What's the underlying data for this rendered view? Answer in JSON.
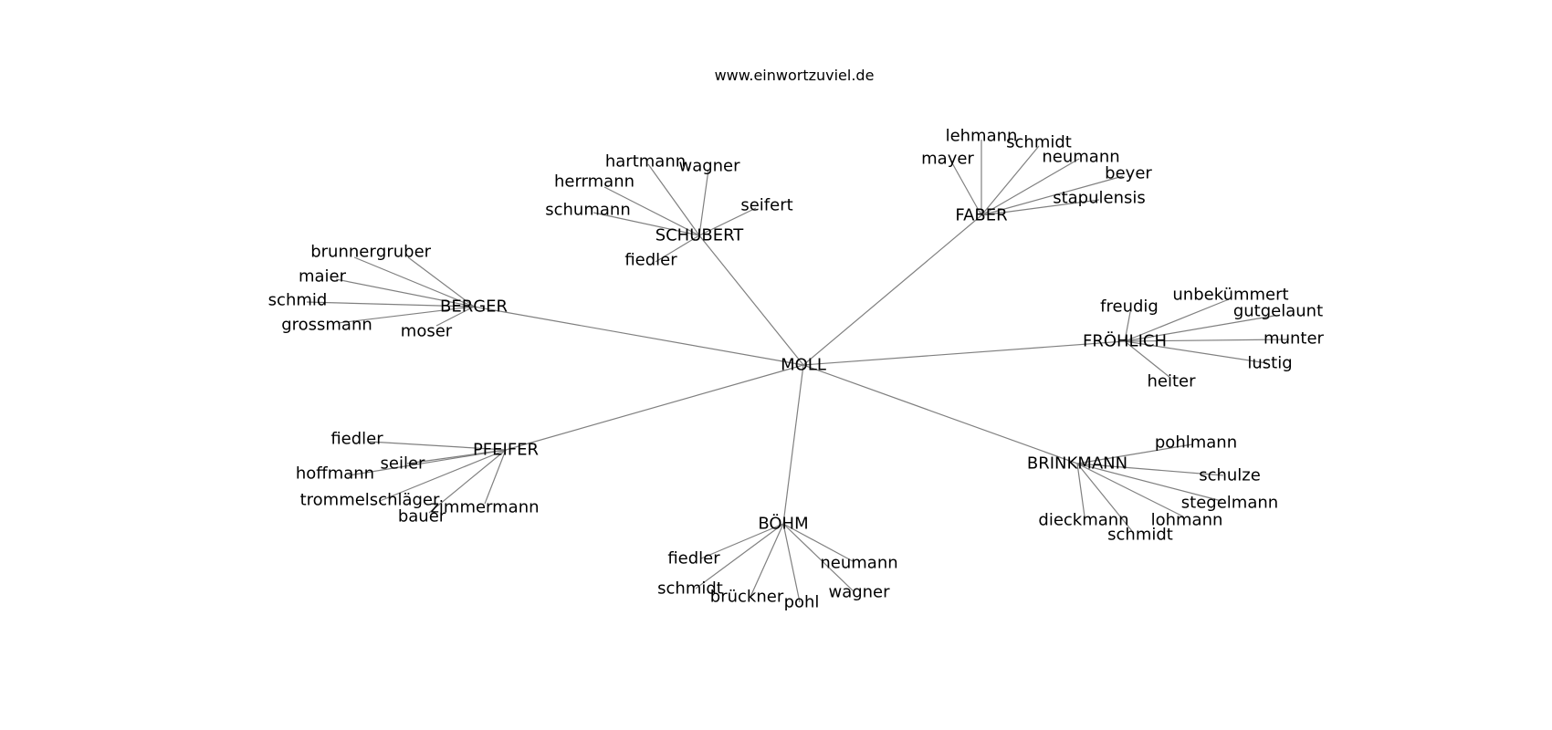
{
  "title": "www.einwortzuviel.de",
  "center": "MOLL",
  "clusters": [
    {
      "hub": "SCHUBERT",
      "leaves": [
        "hartmann",
        "wagner",
        "herrmann",
        "schumann",
        "seifert",
        "fiedler"
      ]
    },
    {
      "hub": "FABER",
      "leaves": [
        "lehmann",
        "schmidt",
        "mayer",
        "neumann",
        "beyer",
        "stapulensis"
      ]
    },
    {
      "hub": "BERGER",
      "leaves": [
        "brunner",
        "gruber",
        "maier",
        "schmid",
        "grossmann",
        "moser"
      ]
    },
    {
      "hub": "FRÖHLICH",
      "leaves": [
        "freudig",
        "unbekümmert",
        "gutgelaunt",
        "munter",
        "lustig",
        "heiter"
      ]
    },
    {
      "hub": "PFEIFER",
      "leaves": [
        "fiedler",
        "seiler",
        "hoffmann",
        "trommelschläger",
        "zimmermann",
        "bauer"
      ]
    },
    {
      "hub": "BRINKMANN",
      "leaves": [
        "pohlmann",
        "schulze",
        "stegelmann",
        "lohmann",
        "dieckmann",
        "schmidt"
      ]
    },
    {
      "hub": "BÖHM",
      "leaves": [
        "fiedler",
        "neumann",
        "schmidt",
        "brückner",
        "pohl",
        "wagner"
      ]
    }
  ]
}
